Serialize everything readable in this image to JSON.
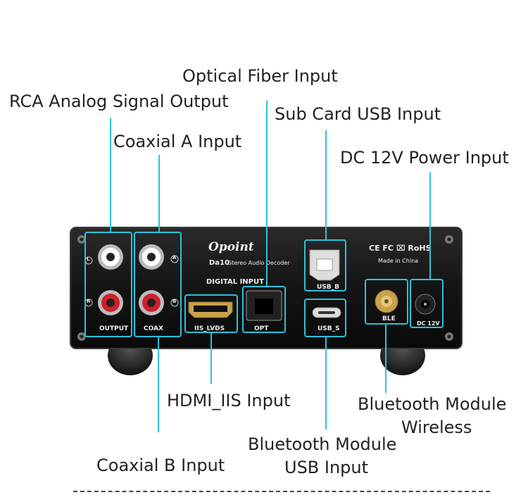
{
  "callouts": {
    "optical": "Optical Fiber Input",
    "rca": "RCA Analog Signal Output",
    "sub_usb": "Sub Card USB Input",
    "coax_a": "Coaxial A Input",
    "dc": "DC 12V Power Input",
    "hdmi": "HDMI_IIS Input",
    "bt_wireless_1": "Bluetooth Module",
    "bt_wireless_2": "Wireless",
    "bt_usb_1": "Bluetooth Module",
    "bt_usb_2": "USB Input",
    "coax_b": "Coaxial B Input"
  },
  "panel": {
    "brand": "Opoint",
    "model": "Da10",
    "model_desc": "Stereo Audio Decoder",
    "cert": "CE FC ⌧ RoHS",
    "made_in": "Made in China",
    "digital_input": "DIGITAL INPUT",
    "output": "OUTPUT",
    "coax": "COAX",
    "iis_lvds": "IIS_LVDS",
    "opt": "OPT",
    "usb_b": "USB_B",
    "usb_s": "USB_S",
    "ble": "BLE",
    "dc": "DC 12V",
    "mark_l": "L",
    "mark_r": "R",
    "mark_a": "A",
    "mark_b": "B"
  },
  "colors": {
    "accent": "#29c4dc",
    "chassis": "#141414",
    "rca_white": "#ffffff",
    "rca_red": "#d21e2a",
    "gold": "#c9a24a"
  }
}
